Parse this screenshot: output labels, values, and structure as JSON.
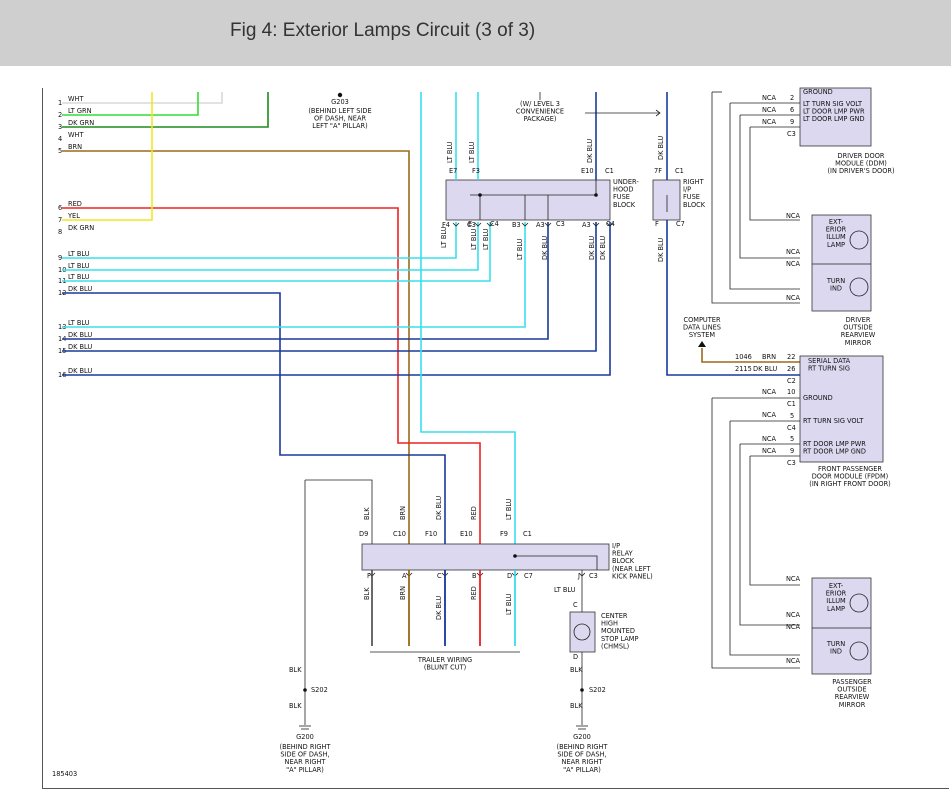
{
  "header": {
    "title": "Fig 4: Exterior Lamps Circuit (3 of 3)"
  },
  "colors": {
    "WHT": "#d8d8d8",
    "LT GRN": "#33dd33",
    "DK GRN": "#1e8a1e",
    "BRN": "#9b6a1b",
    "RED": "#ee2222",
    "YEL": "#f2e620",
    "LT BLU": "#38e0ee",
    "DK BLU": "#1a3a9a",
    "BLK": "#444444",
    "GRAY": "#8a8a8a"
  },
  "harness": {
    "nums": [
      "1",
      "2",
      "3",
      "4",
      "5",
      "6",
      "7",
      "8",
      "9",
      "10",
      "11",
      "12",
      "13",
      "14",
      "15",
      "16"
    ],
    "labels": [
      "WHT",
      "LT GRN",
      "DK GRN",
      "WHT",
      "BRN",
      "RED",
      "YEL",
      "DK GRN",
      "LT BLU",
      "LT BLU",
      "LT BLU",
      "DK BLU",
      "LT BLU",
      "DK BLU",
      "DK BLU",
      "DK BLU"
    ]
  },
  "g203": {
    "name": "G203",
    "lines": [
      "(BEHIND LEFT SIDE",
      "OF DASH, NEAR",
      "LEFT \"A\" PILLAR)"
    ]
  },
  "level3": {
    "lines": [
      "(W/ LEVEL 3",
      "CONVENIENCE",
      "PACKAGE)"
    ]
  },
  "uh_fuse": {
    "name": [
      "UNDER-",
      "HOOD",
      "FUSE",
      "BLOCK"
    ],
    "top_pins": [
      "E7",
      "F3",
      "E10",
      "C1"
    ],
    "bot_pins": [
      "F4",
      "C3",
      "E",
      "C4",
      "B3",
      "A3",
      "C3",
      "A3",
      "C4"
    ],
    "top_wires": [
      "LT BLU",
      "LT BLU",
      "DK BLU"
    ],
    "bot_wires": [
      "LT BLU",
      "LT BLU",
      "LT BLU",
      "LT BLU",
      "DK BLU",
      "DK BLU",
      "DK BLU"
    ]
  },
  "ip_fuse": {
    "name": [
      "RIGHT",
      "I/P",
      "FUSE",
      "BLOCK"
    ],
    "top_pins": [
      "7F",
      "C1"
    ],
    "bot_pins": [
      "F",
      "C7"
    ],
    "wire": "DK BLU"
  },
  "ddm": {
    "pins": [
      "2",
      "6",
      "9",
      "C3"
    ],
    "labels": [
      "GROUND",
      "LT TURN SIG VOLT",
      "LT DOOR LMP PWR",
      "LT DOOR LMP GND"
    ],
    "nca": [
      "NCA",
      "NCA",
      "NCA"
    ],
    "caption": [
      "DRIVER DOOR",
      "MODULE (DDM)",
      "(IN DRIVER'S DOOR)"
    ]
  },
  "driver_mirror": {
    "ext": [
      "EXT-",
      "ERIOR",
      "ILLUM",
      "LAMP"
    ],
    "turn": [
      "TURN",
      "IND"
    ],
    "nca": [
      "NCA",
      "NCA",
      "NCA",
      "NCA"
    ],
    "caption": [
      "DRIVER",
      "OUTSIDE",
      "REARVIEW",
      "MIRROR"
    ]
  },
  "cdl": {
    "lines": [
      "COMPUTER",
      "DATA LINES",
      "SYSTEM"
    ]
  },
  "fpdm": {
    "pins": [
      "22",
      "26",
      "C2",
      "10",
      "C1",
      "5",
      "C4",
      "5",
      "9",
      "C3"
    ],
    "circuits": [
      "1046",
      "2115"
    ],
    "wires": [
      "BRN",
      "DK BLU"
    ],
    "labels": [
      "SERIAL DATA",
      "RT TURN SIG",
      "GROUND",
      "RT TURN SIG VOLT",
      "RT DOOR LMP PWR",
      "RT DOOR LMP GND"
    ],
    "nca": [
      "NCA",
      "NCA",
      "NCA",
      "NCA"
    ],
    "caption": [
      "FRONT PASSENGER",
      "DOOR MODULE (FPDM)",
      "(IN RIGHT FRONT DOOR)"
    ]
  },
  "pass_mirror": {
    "ext": [
      "EXT-",
      "ERIOR",
      "ILLUM",
      "LAMP"
    ],
    "turn": [
      "TURN",
      "IND"
    ],
    "nca": [
      "NCA",
      "NCA",
      "NCA",
      "NCA"
    ],
    "caption": [
      "PASSENGER",
      "OUTSIDE",
      "REARVIEW",
      "MIRROR"
    ]
  },
  "relay": {
    "name": [
      "I/P",
      "RELAY",
      "BLOCK",
      "(NEAR LEFT",
      "KICK PANEL)"
    ],
    "top_pins": [
      "D9",
      "C10",
      "F10",
      "E10",
      "F9",
      "C1"
    ],
    "top_wires": [
      "BLK",
      "BRN",
      "DK BLU",
      "RED",
      "LT BLU"
    ],
    "bot_pins": [
      "F",
      "A",
      "C",
      "B",
      "D",
      "C7",
      "J",
      "C3"
    ],
    "bot_wires": [
      "BLK",
      "BRN",
      "DK BLU",
      "RED",
      "LT BLU"
    ]
  },
  "trailer": {
    "lines": [
      "TRAILER WIRING",
      "(BLUNT CUT)"
    ]
  },
  "chmsl": {
    "name": [
      "CENTER",
      "HIGH",
      "MOUNTED",
      "STOP LAMP",
      "(CHMSL)"
    ],
    "wire": "LT BLU",
    "pin_c": "C",
    "pin_d": "D"
  },
  "ground_left": {
    "wire": "BLK",
    "splice": "S202",
    "name": "G200",
    "lines": [
      "(BEHIND RIGHT",
      "SIDE OF DASH,",
      "NEAR RIGHT",
      "\"A\" PILLAR)"
    ]
  },
  "ground_right": {
    "wire": "BLK",
    "splice": "S202",
    "name": "G200",
    "lines": [
      "(BEHIND RIGHT",
      "SIDE OF DASH,",
      "NEAR RIGHT",
      "\"A\" PILLAR)"
    ]
  },
  "fig_id": "185403"
}
